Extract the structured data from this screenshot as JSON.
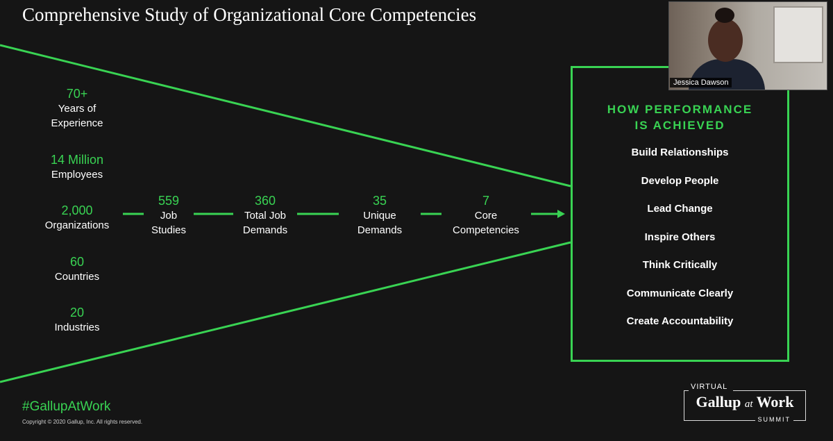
{
  "slide": {
    "title": "Comprehensive Study of Organizational Core Competencies",
    "accent_color": "#39d353",
    "background_color": "#151515"
  },
  "sources": [
    {
      "value": "70+",
      "label_lines": [
        "Years of",
        "Experience"
      ]
    },
    {
      "value": "14 Million",
      "label_lines": [
        "Employees"
      ]
    },
    {
      "value": "2,000",
      "label_lines": [
        "Organizations"
      ]
    },
    {
      "value": "60",
      "label_lines": [
        "Countries"
      ]
    },
    {
      "value": "20",
      "label_lines": [
        "Industries"
      ]
    }
  ],
  "pipeline": [
    {
      "value": "559",
      "label_lines": [
        "Job",
        "Studies"
      ]
    },
    {
      "value": "360",
      "label_lines": [
        "Total Job",
        "Demands"
      ]
    },
    {
      "value": "35",
      "label_lines": [
        "Unique",
        "Demands"
      ]
    },
    {
      "value": "7",
      "label_lines": [
        "Core",
        "Competencies"
      ]
    }
  ],
  "result_box": {
    "title_lines": [
      "HOW PERFORMANCE",
      "IS ACHIEVED"
    ],
    "competencies": [
      "Build Relationships",
      "Develop People",
      "Lead Change",
      "Inspire Others",
      "Think Critically",
      "Communicate Clearly",
      "Create Accountability"
    ]
  },
  "footer": {
    "hashtag": "#GallupAtWork",
    "copyright": "Copyright © 2020 Gallup, Inc. All rights reserved."
  },
  "logo": {
    "top_word": "VIRTUAL",
    "brand_left": "Gallup",
    "brand_mid": "at",
    "brand_right": "Work",
    "bottom_word": "SUMMIT"
  },
  "video_tile": {
    "participant_name": "Jessica Dawson"
  }
}
